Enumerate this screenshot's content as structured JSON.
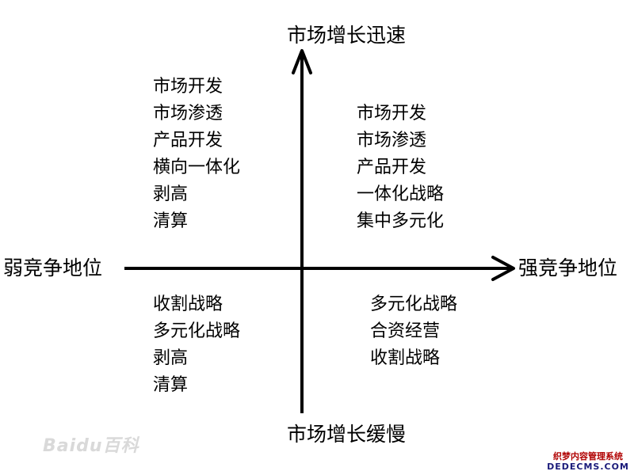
{
  "axes": {
    "top": "市场增长迅速",
    "bottom": "市场增长缓慢",
    "left": "弱竞争地位",
    "right": "强竞争地位"
  },
  "quadrants": {
    "top_left": [
      "市场开发",
      "市场渗透",
      "产品开发",
      "横向一体化",
      "剥高",
      "清算"
    ],
    "top_right": [
      "市场开发",
      "市场渗透",
      "产品开发",
      "一体化战略",
      "集中多元化"
    ],
    "bottom_left": [
      "收割战略",
      "多元化战略",
      "剥高",
      "清算"
    ],
    "bottom_right": [
      "多元化战略",
      "合资经营",
      "收割战略"
    ]
  },
  "watermarks": {
    "bottom": "Baidu百科",
    "corner_line1": "织梦内容管理系统",
    "corner_line2": "DEDECMS.COM"
  }
}
